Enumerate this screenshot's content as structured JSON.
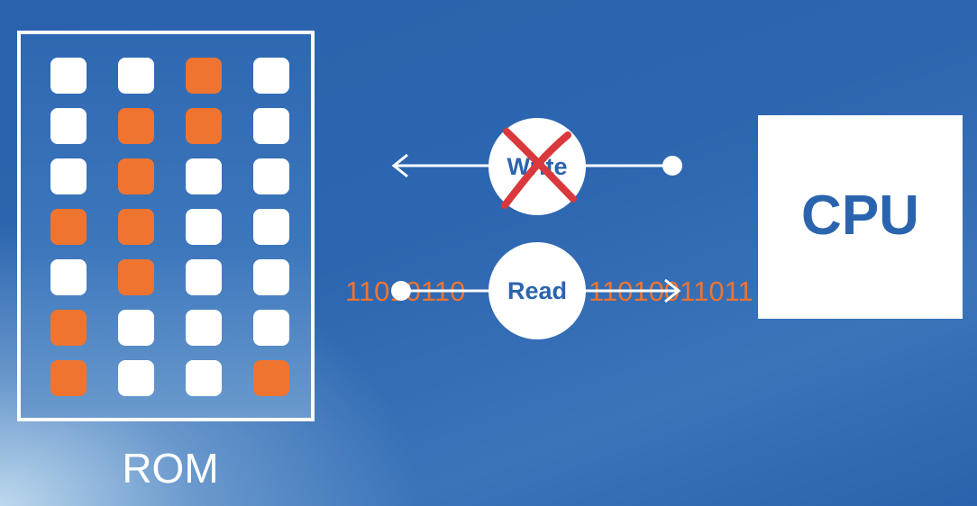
{
  "rom": {
    "label": "ROM",
    "cells": [
      [
        0,
        0,
        1,
        0
      ],
      [
        0,
        1,
        1,
        0
      ],
      [
        0,
        1,
        0,
        0
      ],
      [
        1,
        1,
        0,
        0
      ],
      [
        0,
        1,
        0,
        0
      ],
      [
        1,
        0,
        0,
        0
      ],
      [
        1,
        0,
        0,
        1
      ]
    ]
  },
  "cpu": {
    "label": "CPU"
  },
  "write": {
    "label": "Write",
    "status": "crossed-out"
  },
  "read": {
    "label": "Read"
  },
  "bits": {
    "left": "11010110",
    "right": "11010011011"
  },
  "colors": {
    "accent": "#ef7430",
    "blue": "#2b64ae",
    "cross": "#d9383c"
  }
}
